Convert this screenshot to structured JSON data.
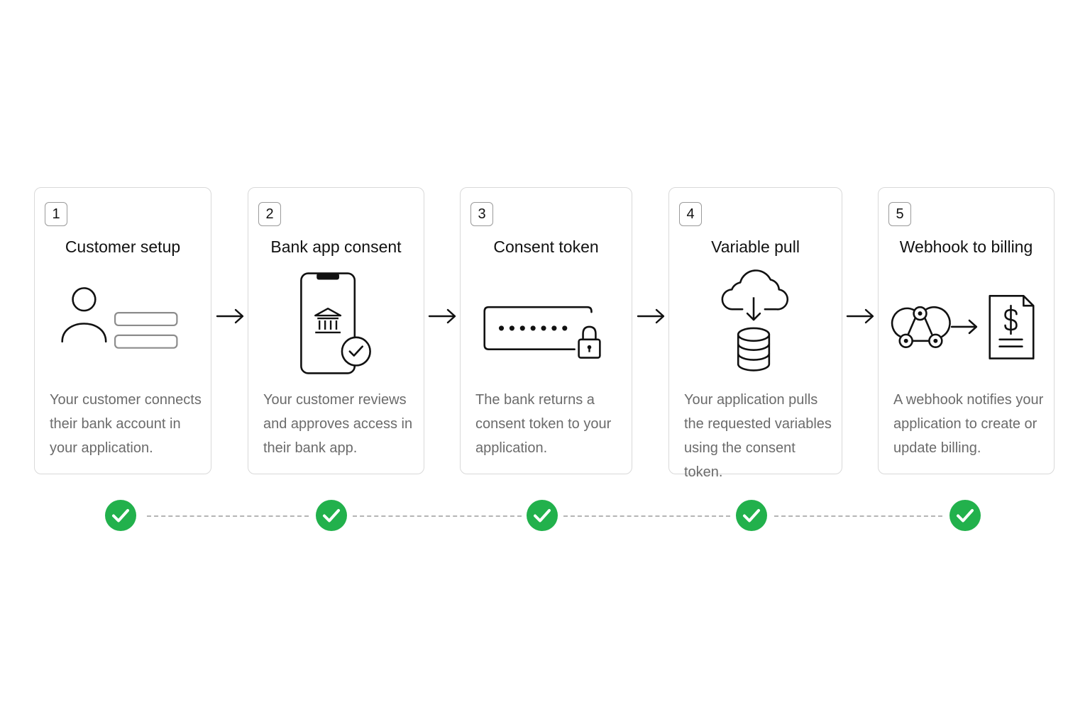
{
  "steps": [
    {
      "number": "1",
      "title": "Customer setup",
      "description": "Your customer connects their bank account in your application.",
      "icon": "user-form-icon"
    },
    {
      "number": "2",
      "title": "Bank app consent",
      "description": "Your customer reviews and approves access in their bank app.",
      "icon": "phone-bank-check-icon"
    },
    {
      "number": "3",
      "title": "Consent token",
      "description": "The bank returns a consent token to your application.",
      "icon": "password-lock-icon"
    },
    {
      "number": "4",
      "title": "Variable pull",
      "description": "Your application pulls the requested variables using the consent token.",
      "icon": "cloud-database-icon"
    },
    {
      "number": "5",
      "title": "Webhook to billing",
      "description": "A webhook notifies your application to create or update billing.",
      "icon": "webhook-invoice-icon"
    }
  ],
  "colors": {
    "check": "#22b14c",
    "card_border": "#d9d9d9",
    "text": "#111111",
    "muted_text": "#6b6b6b",
    "dash": "#b5b5b5"
  }
}
